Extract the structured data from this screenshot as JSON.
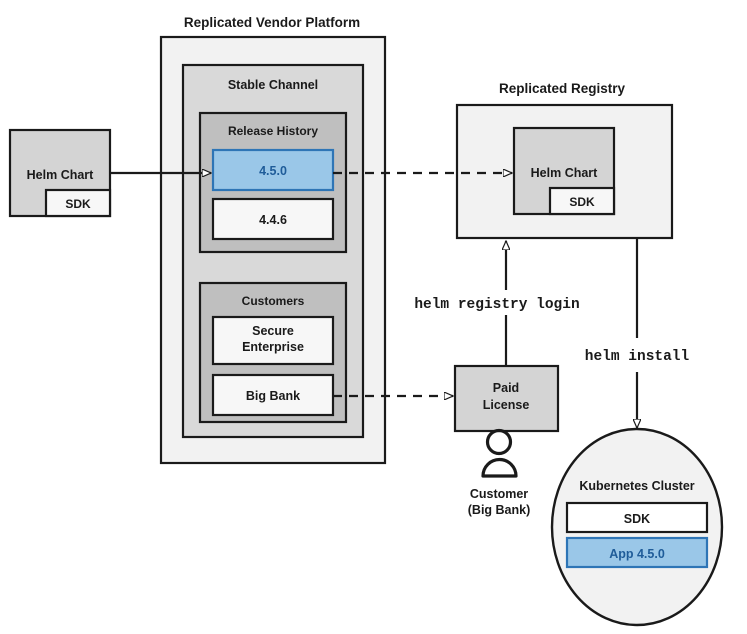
{
  "diagram": {
    "title_vendor_platform": "Replicated Vendor Platform",
    "title_registry": "Replicated Registry",
    "nodes": {
      "source_helm_chart": "Helm Chart",
      "source_sdk": "SDK",
      "stable_channel": "Stable Channel",
      "release_history": "Release History",
      "release_current": "4.5.0",
      "release_previous": "4.4.6",
      "customers": "Customers",
      "customer_secure_enterprise_line1": "Secure",
      "customer_secure_enterprise_line2": "Enterprise",
      "customer_big_bank": "Big Bank",
      "registry_helm_chart": "Helm Chart",
      "registry_sdk": "SDK",
      "paid_license_line1": "Paid",
      "paid_license_line2": "License",
      "customer_actor_line1": "Customer",
      "customer_actor_line2": "(Big Bank)",
      "kubernetes_cluster": "Kubernetes Cluster",
      "cluster_sdk": "SDK",
      "cluster_app": "App 4.5.0"
    },
    "edge_labels": {
      "helm_registry_login": "helm registry login",
      "helm_install": "helm install"
    },
    "colors": {
      "stroke": "#1a1a1a",
      "highlight_fill": "#9ac7e8",
      "highlight_stroke": "#2e75b6",
      "highlight_text": "#1f5c99",
      "outer_fill": "#f2f2f2",
      "channel_fill": "#d9d9d9",
      "group_fill": "#bfbfbf",
      "box_fill": "#d4d4d4",
      "white_fill": "#f7f7f7"
    }
  }
}
